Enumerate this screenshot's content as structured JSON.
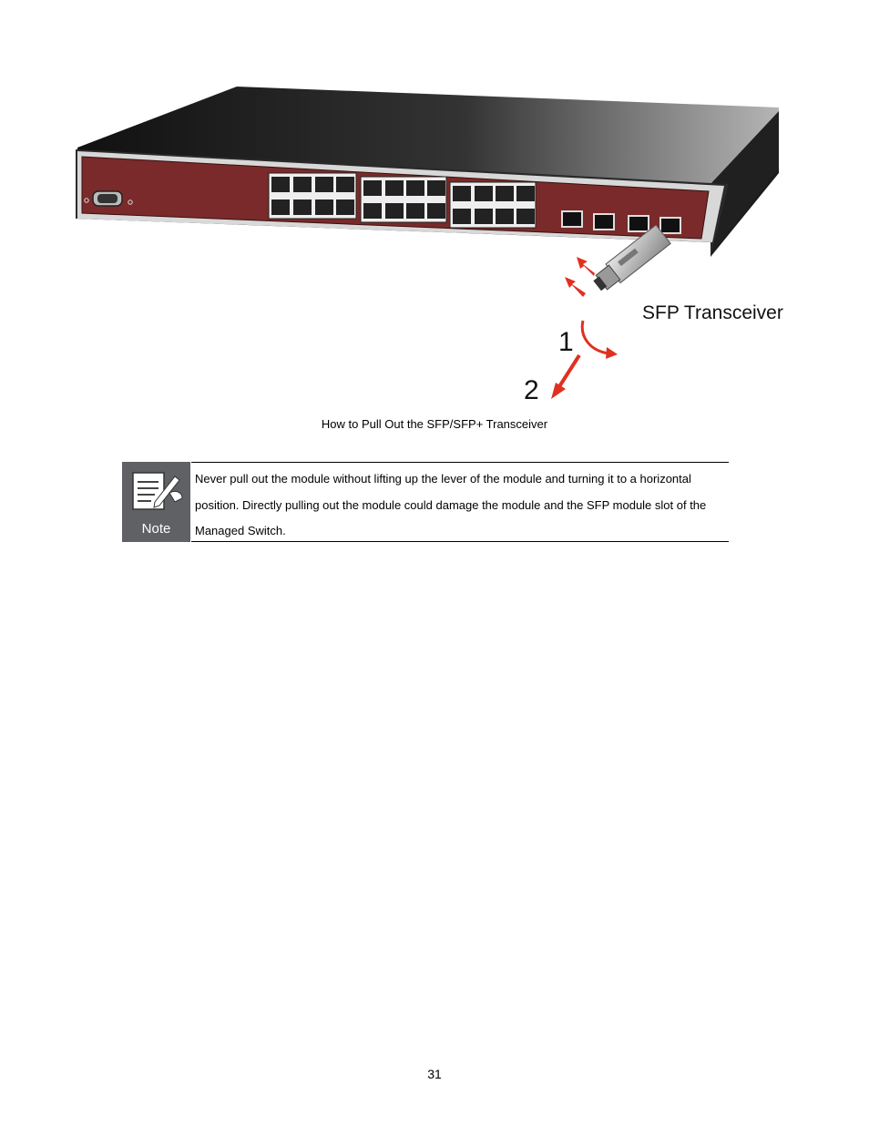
{
  "figure": {
    "callout_label": "SFP Transceiver",
    "step1": "1",
    "step2": "2"
  },
  "caption": "How to Pull Out the SFP/SFP+ Transceiver",
  "note": {
    "icon_label": "Note",
    "text": "Never pull out the module without lifting up the lever of the module and turning it to a horizontal position. Directly pulling out the module could damage the module and the SFP module slot of the Managed Switch."
  },
  "page_number": "31",
  "colors": {
    "front_panel": "#7a2a2a",
    "chassis_dark": "#1a1a1a",
    "arrow_red": "#e03020",
    "note_icon_bg": "#5f6165"
  }
}
